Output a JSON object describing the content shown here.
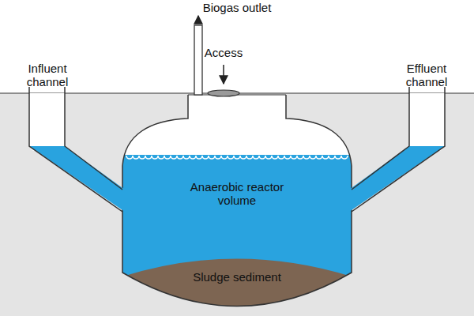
{
  "diagram": {
    "labels": [
      "Biogas outlet",
      "Access",
      "Influent channel",
      "Effluent channel",
      "Anaerobic reactor volume",
      "Sludge sediment"
    ]
  }
}
